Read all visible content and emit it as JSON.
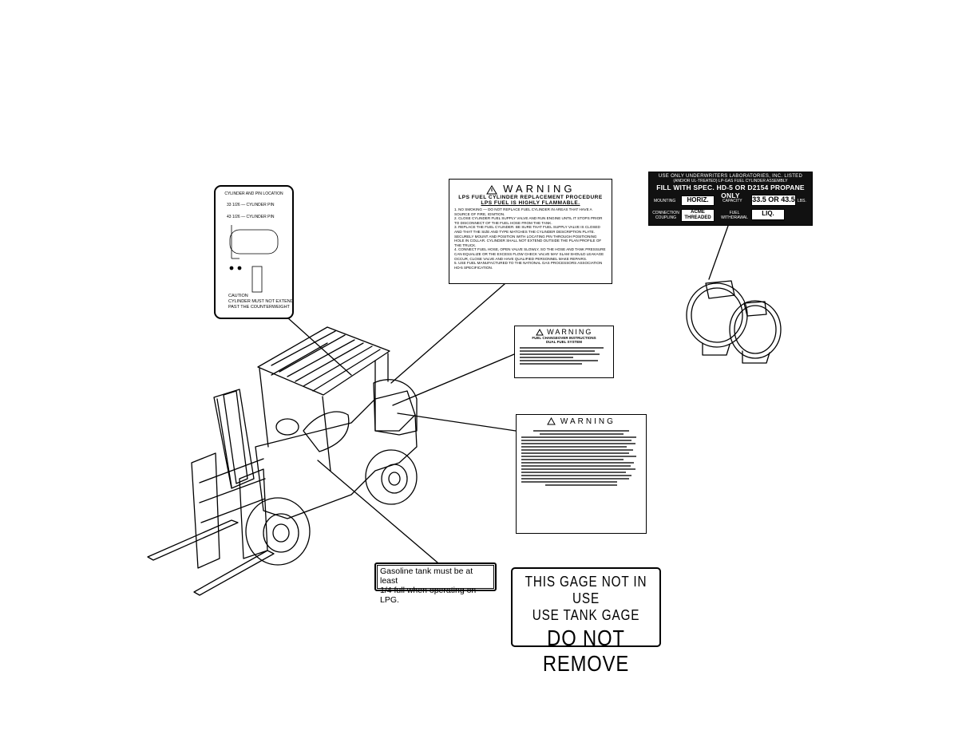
{
  "cylinder_decal": {
    "heading": "CYLINDER AND PIN LOCATION",
    "row1": "33 1/26 — CYLINDER    PIN",
    "row2": "43 1/26 — CYLINDER    PIN",
    "caption1": "CAUTION",
    "caption2": "CYLINDER MUST NOT EXTEND",
    "caption3": "PAST THE COUNTERWEIGHT"
  },
  "lps_warning": {
    "title": "WARNING",
    "subtitle": "LPS FUEL CYLINDER REPLACEMENT PROCEDURE",
    "subtitle2": "LPS FUEL IS HIGHLY FLAMMABLE.",
    "items": [
      "1. NO SMOKING — DO NOT REPLACE FUEL CYLINDER IN AREAS THAT HAVE A SOURCE OF FIRE, IGNITION.",
      "2. CLOSE CYLINDER FUEL SUPPLY VALVE AND RUN ENGINE UNTIL IT STOPS PRIOR TO DISCONNECT OF THE FUEL HOSE FROM THE TANK.",
      "3. REPLACE THE FUEL CYLINDER. BE SURE THAT FUEL SUPPLY VALVE IS CLOSED AND THAT THE SIZE AND TYPE MATCHES THE CYLINDER DESCRIPTION PLATE. SECURELY MOUNT AND POSITION WITH LOCATING PIN THROUGH POSITIONING HOLE IN COLLAR. CYLINDER SHALL NOT EXTEND OUTSIDE THE PLAN PROFILE OF THE TRUCK.",
      "4. CONNECT FUEL HOSE, OPEN VALVE SLOWLY, SO THE HOSE AND TANK PRESSURE CAN EQUALIZE OR THE EXCESS FLOW CHECK VALVE MAY SLAM SHOULD LEAKAGE OCCUR, CLOSE VALVE AND HAVE QUALIFIED PERSONNEL MAKE REPAIRS.",
      "5. USE FUEL MANUFACTURED TO THE NATIONAL GAS PROCESSORS ASSOCIATION HD-5 SPECIFICATION."
    ]
  },
  "spec_plate": {
    "line1": "USE ONLY UNDERWRITERS LABORATORIES, INC. LISTED",
    "line2": "(AND/OR UL-TREATED) LP-GAS FUEL CYLINDER ASSEMBLY",
    "line3": "FILL WITH SPEC. HD-5 OR D2154 PROPANE ONLY",
    "mounting_label": "MOUNTING",
    "mounting_value": "HORIZ.",
    "capacity_label": "CAPACITY",
    "capacity_value": "33.5 OR 43.5",
    "capacity_unit": "LBS.",
    "coupling_label": "CONNECTION COUPLING",
    "coupling_value": "ACME THREADED",
    "withdrawal_label": "FUEL WITHDRAWAL",
    "withdrawal_value": "LIQ."
  },
  "fuel_warning": {
    "title": "WARNING",
    "subtitle": "FUEL CHANGEOVER INSTRUCTIONS",
    "subtitle2": "DUAL FUEL SYSTEM"
  },
  "big_warning": {
    "title": "WARNING"
  },
  "gas_note": {
    "line1": "Gasoline tank must be at least",
    "line2": "1/4 full when operating on LPG."
  },
  "gage_decal": {
    "line1": "THIS GAGE NOT IN USE",
    "line2": "USE TANK GAGE",
    "line3": "DO NOT REMOVE"
  }
}
